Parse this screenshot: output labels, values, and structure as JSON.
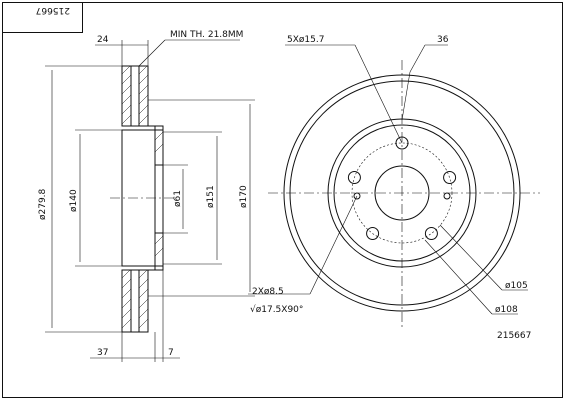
{
  "drawing": {
    "part_number": "215667",
    "part_number_rotated": "215667",
    "labels": {
      "thickness": "24",
      "min_thickness": "MIN TH. 21.8MM",
      "outer_diameter": "ø279.8",
      "d140": "ø140",
      "d61": "ø61",
      "d151": "ø151",
      "d170": "ø170",
      "total_height": "37",
      "hat_offset": "7",
      "bolt_holes": "5Xø15.7",
      "angle": "36",
      "pilot_holes": "2Xø8.5",
      "countersink": "√ø17.5X90°",
      "pcd": "ø105",
      "hub": "ø108"
    }
  }
}
